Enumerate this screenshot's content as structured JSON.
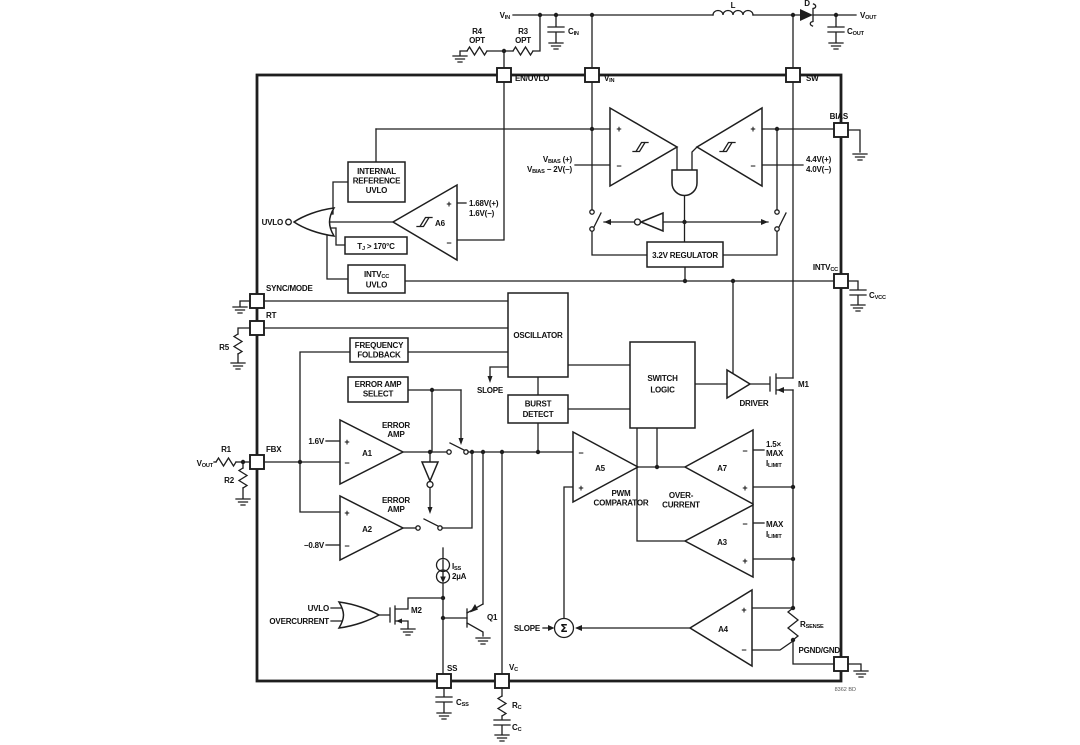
{
  "diagram": {
    "footer": "8362 BD",
    "top": {
      "vin": {
        "pre": "V",
        "sub": "IN"
      },
      "r4": "R4",
      "r4_opt": "OPT",
      "r3": "R3",
      "r3_opt": "OPT",
      "cin": {
        "pre": "C",
        "sub": "IN"
      },
      "l": "L",
      "d": "D",
      "vout": {
        "pre": "V",
        "sub": "OUT"
      },
      "cout": {
        "pre": "C",
        "sub": "OUT"
      }
    },
    "pins": {
      "en_uvlo": "EN/UVLO",
      "vin": {
        "pre": "V",
        "sub": "IN"
      },
      "sw": "SW",
      "bias": "BIAS",
      "intvcc": {
        "pre": "INTV",
        "sub": "CC"
      },
      "sync_mode": "SYNC/MODE",
      "rt": "RT",
      "fbx": "FBX",
      "ss": "SS",
      "vc": {
        "pre": "V",
        "sub": "C"
      },
      "pgnd": "PGND/GND"
    },
    "left": {
      "r5": "R5",
      "vout": {
        "pre": "V",
        "sub": "OUT"
      },
      "r1": "R1",
      "r2": "R2"
    },
    "bottom": {
      "css": {
        "pre": "C",
        "sub": "SS"
      },
      "rc": {
        "pre": "R",
        "sub": "C"
      },
      "cc": {
        "pre": "C",
        "sub": "C"
      }
    },
    "right": {
      "cvcc": {
        "pre": "C",
        "sub": "VCC"
      }
    },
    "bias_cmp": {
      "vbias_p": {
        "pre": "V",
        "sub": "BIAS",
        "post": " (+)"
      },
      "vbias_m": {
        "pre": "V",
        "sub": "BIAS",
        "post": " − 2V(−)"
      },
      "th_p": "4.4V(+)",
      "th_m": "4.0V(−)"
    },
    "uvlo": {
      "label": "UVLO",
      "ref_l1": "INTERNAL",
      "ref_l2": "REFERENCE",
      "ref_l3": "UVLO",
      "tj": {
        "pre": "T",
        "sub": "J",
        "post": " > 170°C"
      },
      "a6": "A6",
      "a6_p": "1.68V(+)",
      "a6_m": "1.6V(−)",
      "iu_pre": "INTV",
      "iu_sub": "CC",
      "iu_l2": "UVLO",
      "reg": "3.2V REGULATOR"
    },
    "core": {
      "osc": "OSCILLATOR",
      "ff_l1": "FREQUENCY",
      "ff_l2": "FOLDBACK",
      "eas_l1": "ERROR AMP",
      "eas_l2": "SELECT",
      "bd_l1": "BURST",
      "bd_l2": "DETECT",
      "sl_l1": "SWITCH",
      "sl_l2": "LOGIC",
      "slope": "SLOPE",
      "driver": "DRIVER",
      "m1": "M1"
    },
    "ea": {
      "err1_l1": "ERROR",
      "err1_l2": "AMP",
      "err2_l1": "ERROR",
      "err2_l2": "AMP",
      "a1": "A1",
      "a2": "A2",
      "ref_hi": "1.6V",
      "ref_lo": "−0.8V"
    },
    "cmp": {
      "a5": "A5",
      "pwm_l1": "PWM",
      "pwm_l2": "COMPARATOR",
      "oc_l1": "OVER-",
      "oc_l2": "CURRENT",
      "a7": "A7",
      "il15_l1": "1.5×",
      "il15_l2": "MAX",
      "il15_pre": "I",
      "il15_sub": "LIMIT",
      "a3": "A3",
      "il_l1": "MAX",
      "il_pre": "I",
      "il_sub": "LIMIT",
      "a4": "A4"
    },
    "ss": {
      "iss_pre": "I",
      "iss_sub": "SS",
      "iss_val": "2µA",
      "uvlo": "UVLO",
      "oc": "OVERCURRENT",
      "m2": "M2",
      "q1": "Q1"
    },
    "sum": {
      "slope": "SLOPE",
      "sigma": "Σ"
    },
    "sense": {
      "pre": "R",
      "sub": "SENSE"
    }
  }
}
